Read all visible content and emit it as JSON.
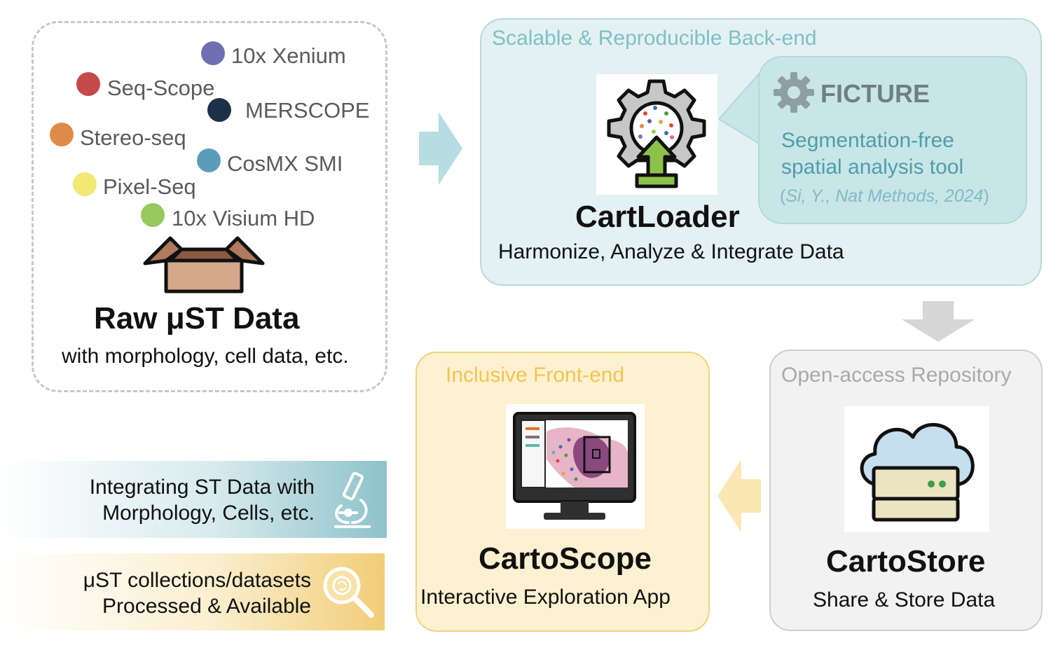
{
  "raw_data": {
    "title": "Raw μST Data",
    "subtitle": "with morphology, cell data, etc.",
    "technologies": [
      {
        "label": "10x Xenium",
        "color": "#6f6fb3"
      },
      {
        "label": "Seq-Scope",
        "color": "#c44a4a"
      },
      {
        "label": "MERSCOPE",
        "color": "#1c3049"
      },
      {
        "label": "Stereo-seq",
        "color": "#e08a48"
      },
      {
        "label": "CosMX SMI",
        "color": "#5b9cba"
      },
      {
        "label": "Pixel-Seq",
        "color": "#f2e873"
      },
      {
        "label": "10x Visium HD",
        "color": "#98c95e"
      }
    ]
  },
  "backend": {
    "label": "Scalable & Reproducible Back-end",
    "label_color": "#7fbfc6",
    "tool_name": "CartLoader",
    "tool_desc": "Harmonize, Analyze & Integrate Data",
    "ficture": {
      "name": "FICTURE",
      "desc_line1": "Segmentation-free",
      "desc_line2": "spatial analysis tool",
      "paren_open": "(",
      "citation": "Si, Y., Nat Methods, 2024",
      "paren_close": ")"
    }
  },
  "repository": {
    "label": "Open-access Repository",
    "name": "CartoStore",
    "desc": "Share & Store Data"
  },
  "frontend": {
    "label": "Inclusive Front-end",
    "label_color": "#f2c54e",
    "name": "CartoScope",
    "desc": "Interactive Exploration App"
  },
  "legend": {
    "teal_line1": "Integrating ST Data with",
    "teal_line2": "Morphology, Cells, etc.",
    "yellow_line1": "μST collections/datasets",
    "yellow_line2": "Processed & Available"
  },
  "icons": {
    "box": "open-box-icon",
    "gear": "gear-upload-icon",
    "ficture_gear": "gear-icon",
    "cloud": "cloud-server-icon",
    "monitor": "monitor-icon",
    "microscope": "microscope-icon",
    "magnifier": "magnifier-icon"
  }
}
